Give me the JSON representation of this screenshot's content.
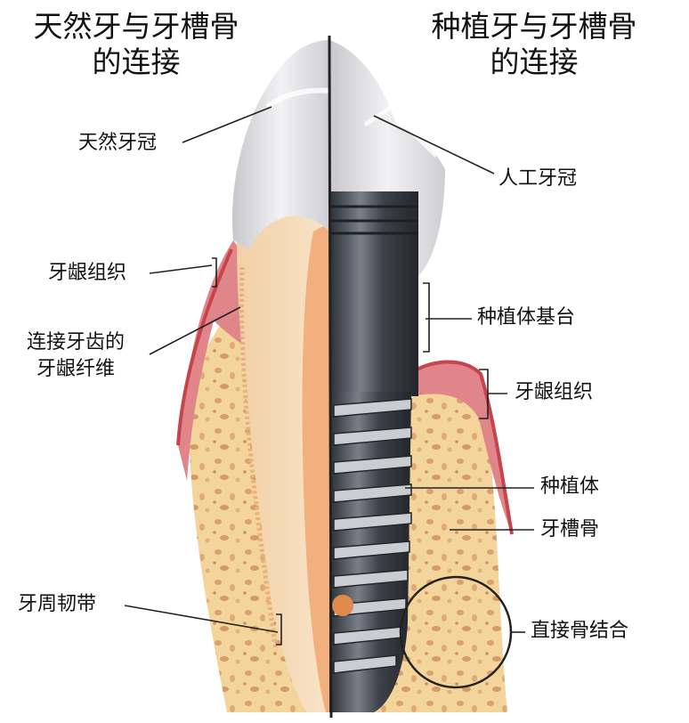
{
  "titles": {
    "left": [
      "天然牙与牙槽骨",
      "的连接"
    ],
    "right": [
      "种植牙与牙槽骨",
      "的连接"
    ]
  },
  "labels": {
    "natural_crown": "天然牙冠",
    "gingiva_left": "牙龈组织",
    "gingival_fibers": [
      "连接牙齿的",
      "牙龈纤维"
    ],
    "periodontal_ligament": "牙周韧带",
    "artificial_crown": "人工牙冠",
    "abutment": "种植体基台",
    "gingiva_right": "牙龈组织",
    "implant": "种植体",
    "alveolar_bone": "牙槽骨",
    "osseointegration": "直接骨结合"
  },
  "colors": {
    "bone": "#f3d49a",
    "bone_spots": "#d9a070",
    "gingiva": "#e0868a",
    "gingiva_dark": "#c7444c",
    "dentin": "#f6dcb8",
    "pulp": "#f2b07e",
    "crown": "#e6e6e8",
    "implant": "#4a4f57"
  }
}
